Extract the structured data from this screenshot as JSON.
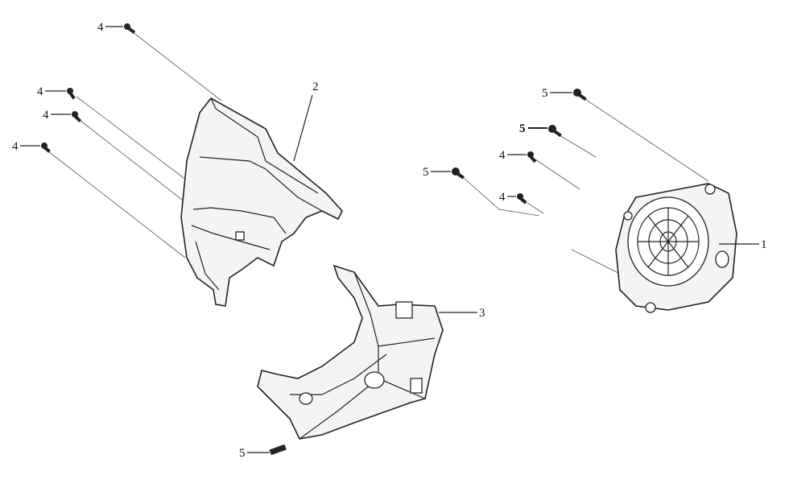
{
  "diagram": {
    "callouts": [
      {
        "id": "c4a",
        "label": "4"
      },
      {
        "id": "c4b",
        "label": "4"
      },
      {
        "id": "c4c",
        "label": "4"
      },
      {
        "id": "c4d",
        "label": "4"
      },
      {
        "id": "c4e",
        "label": "4"
      },
      {
        "id": "c4f",
        "label": "4"
      },
      {
        "id": "c5a",
        "label": "5"
      },
      {
        "id": "c5b",
        "label": "5"
      },
      {
        "id": "c5c",
        "label": "5"
      },
      {
        "id": "c5d",
        "label": "5"
      },
      {
        "id": "c1",
        "label": "1"
      },
      {
        "id": "c2",
        "label": "2"
      },
      {
        "id": "c3",
        "label": "3"
      }
    ]
  }
}
